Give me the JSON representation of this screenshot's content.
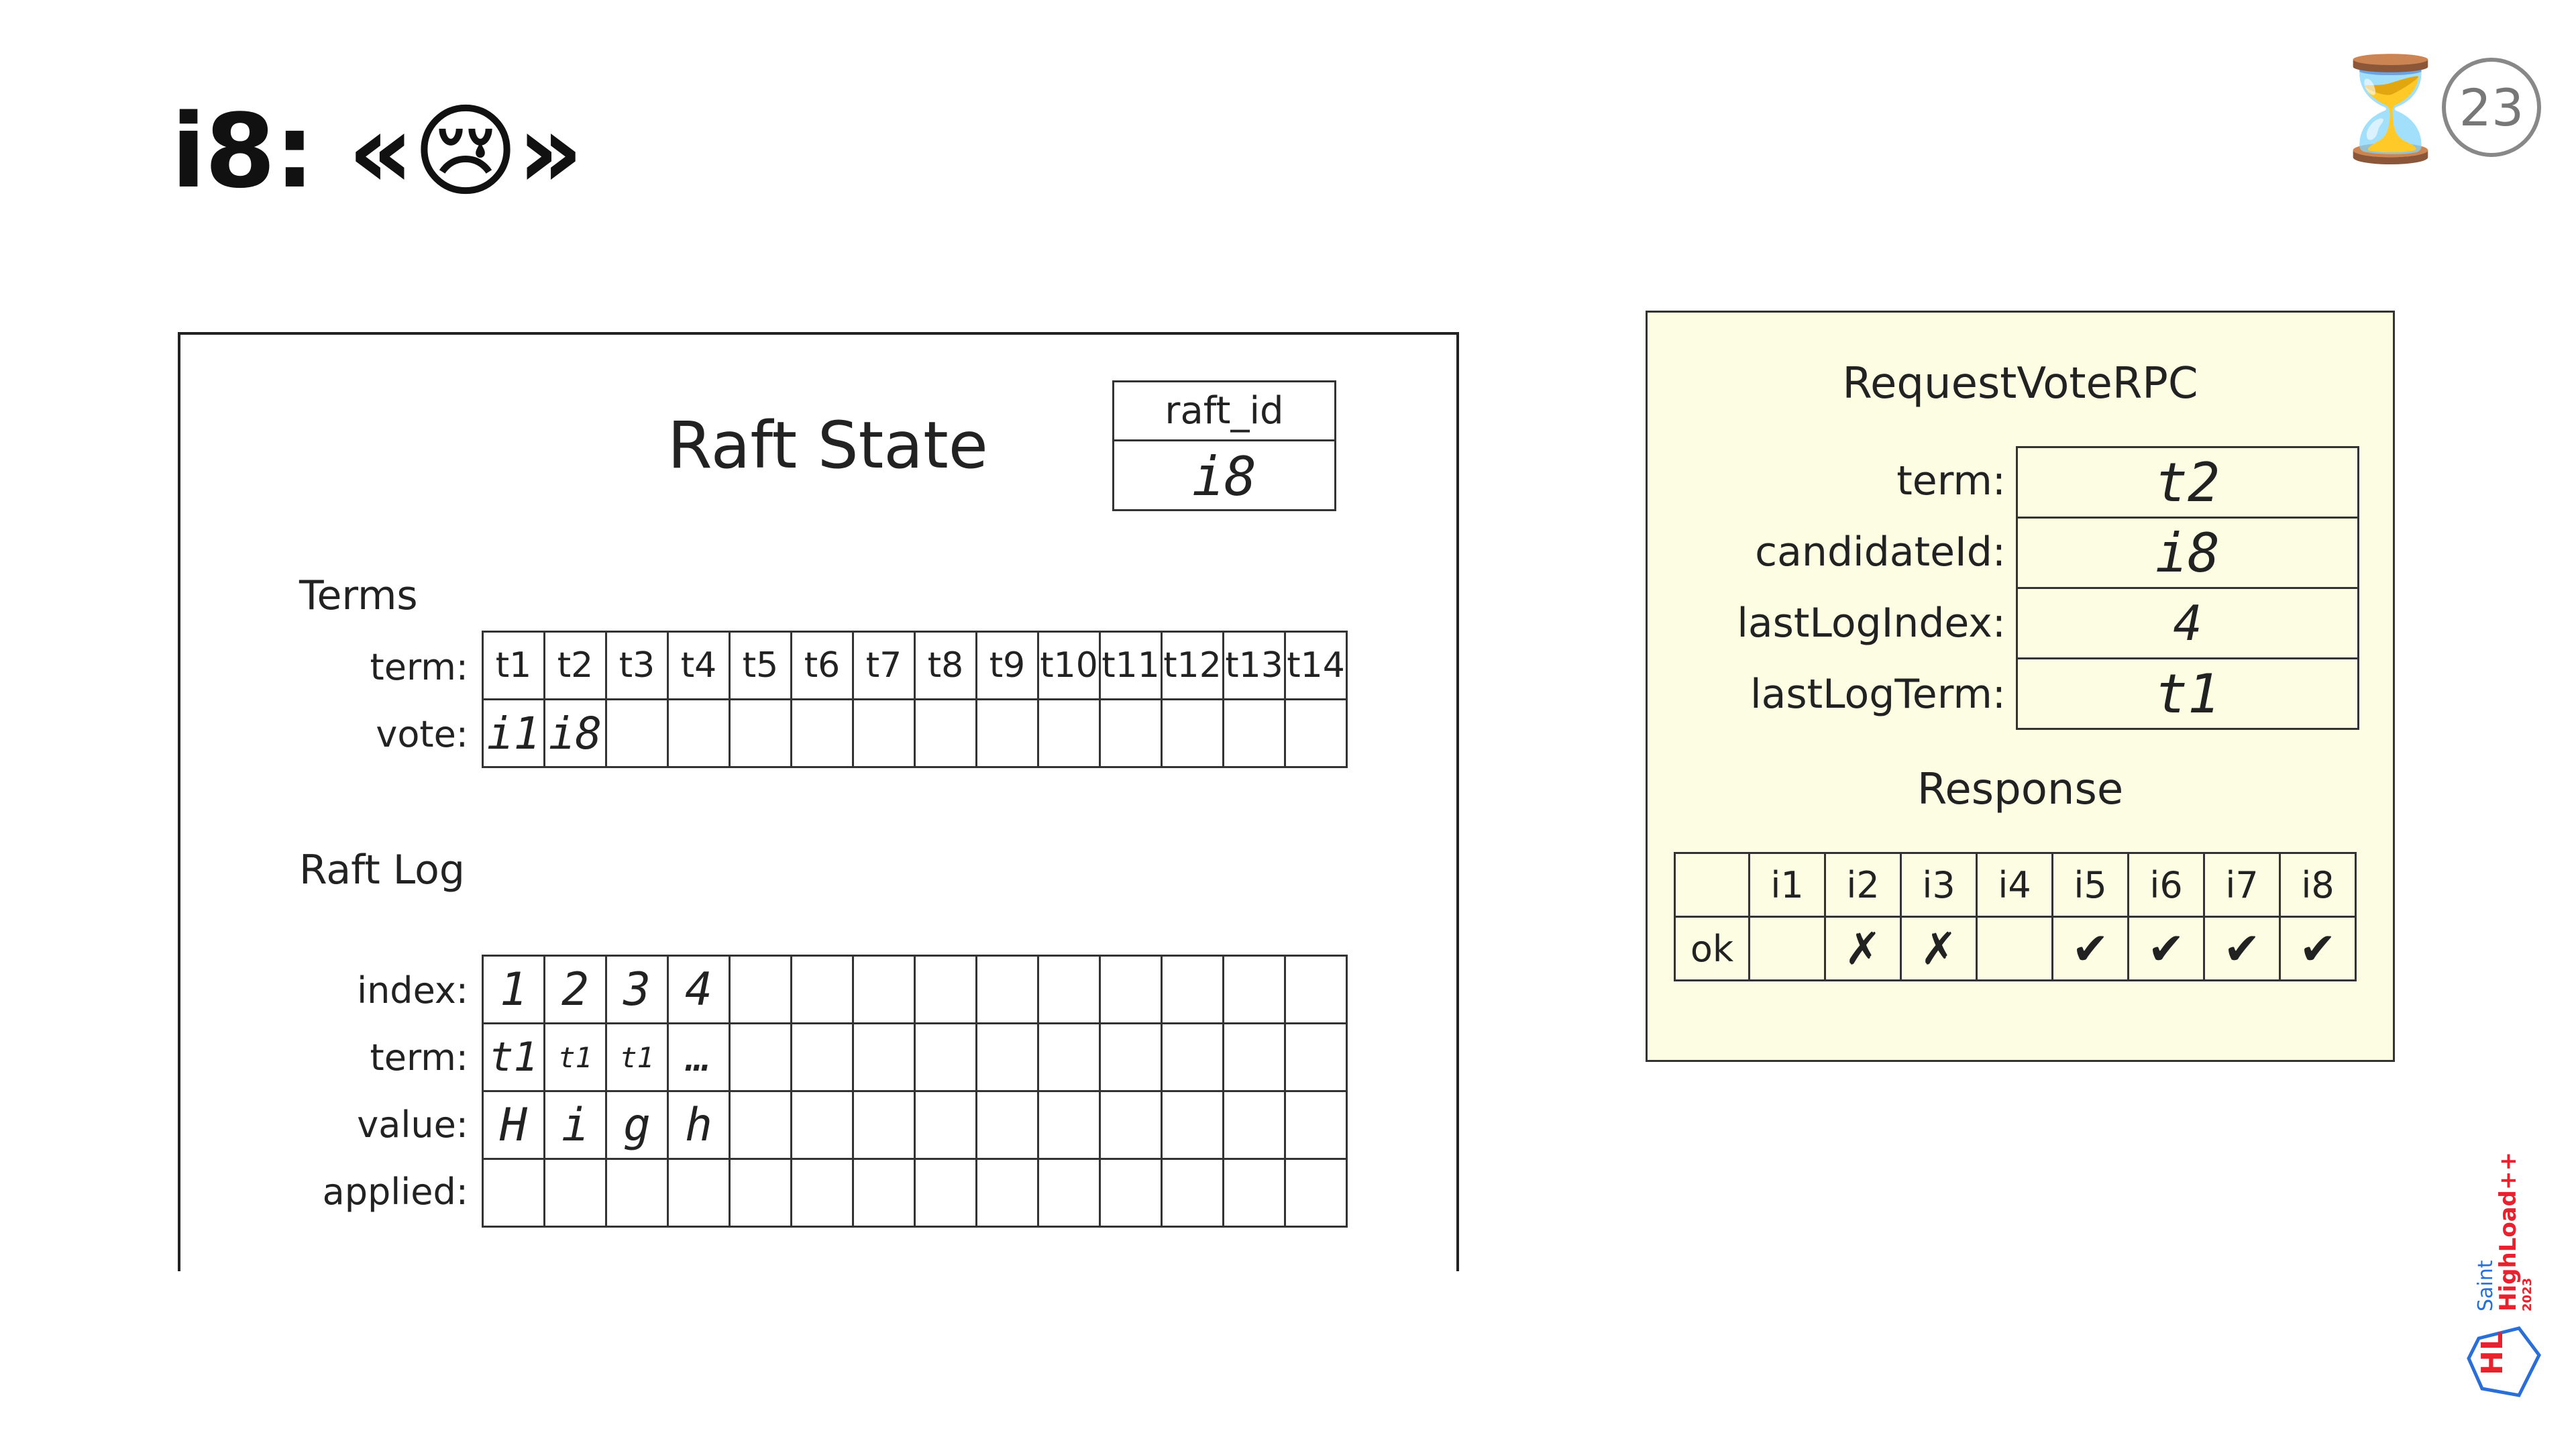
{
  "slide": {
    "title": "i8: «😢»",
    "page_number": "23",
    "timer_icon": "⏳"
  },
  "raft_state": {
    "title": "Raft State",
    "raft_id_label": "raft_id",
    "raft_id_value": "i8",
    "terms_label": "Terms",
    "term_row_label": "term:",
    "vote_row_label": "vote:",
    "terms": [
      "t1",
      "t2",
      "t3",
      "t4",
      "t5",
      "t6",
      "t7",
      "t8",
      "t9",
      "t10",
      "t11",
      "t12",
      "t13",
      "t14"
    ],
    "votes": [
      "i1",
      "i8",
      "",
      "",
      "",
      "",
      "",
      "",
      "",
      "",
      "",
      "",
      "",
      ""
    ],
    "log_label": "Raft Log",
    "index_row_label": "index:",
    "log_term_row_label": "term:",
    "value_row_label": "value:",
    "applied_row_label": "applied:",
    "log_index": [
      "1",
      "2",
      "3",
      "4",
      "",
      "",
      "",
      "",
      "",
      "",
      "",
      "",
      "",
      ""
    ],
    "log_term": [
      "t1",
      "t1",
      "t1",
      "…",
      "",
      "",
      "",
      "",
      "",
      "",
      "",
      "",
      "",
      ""
    ],
    "log_value": [
      "H",
      "i",
      "g",
      "h",
      "",
      "",
      "",
      "",
      "",
      "",
      "",
      "",
      "",
      ""
    ],
    "log_applied": [
      "",
      "",
      "",
      "",
      "",
      "",
      "",
      "",
      "",
      "",
      "",
      "",
      "",
      ""
    ]
  },
  "request_vote": {
    "title": "RequestVoteRPC",
    "fields": [
      {
        "label": "term:",
        "value": "t2"
      },
      {
        "label": "candidateId:",
        "value": "i8"
      },
      {
        "label": "lastLogIndex:",
        "value": "4"
      },
      {
        "label": "lastLogTerm:",
        "value": "t1"
      }
    ],
    "response_title": "Response",
    "response_row_label": "ok",
    "nodes": [
      "i1",
      "i2",
      "i3",
      "i4",
      "i5",
      "i6",
      "i7",
      "i8"
    ],
    "responses": [
      "",
      "✗",
      "✗",
      "",
      "✔",
      "✔",
      "✔",
      "✔"
    ]
  },
  "logo": {
    "text_top": "Saint",
    "text_main": "HighLoad++",
    "year": "2023",
    "mark": "HL",
    "brand_color": "#e8212e",
    "accent_color": "#2a6fd8"
  }
}
